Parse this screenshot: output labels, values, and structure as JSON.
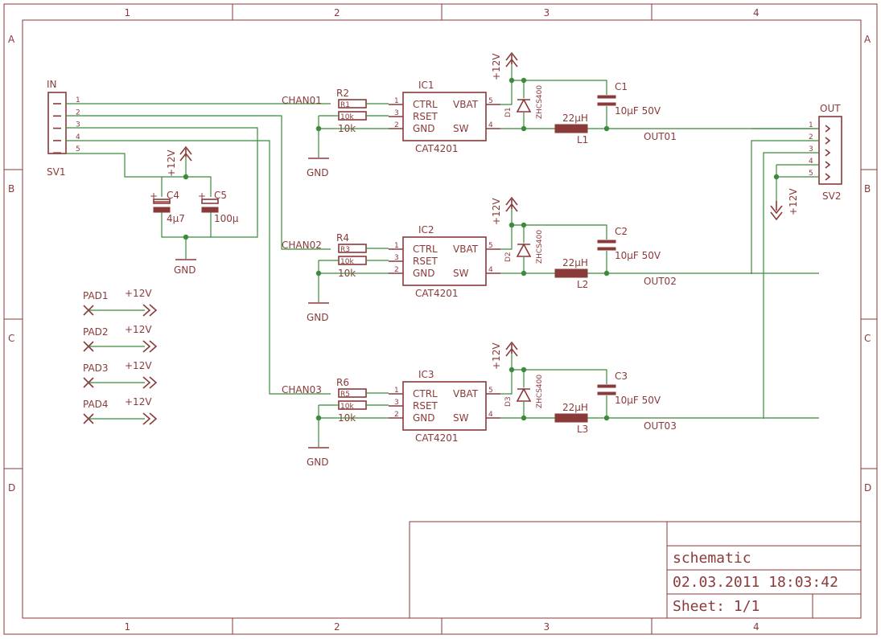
{
  "frame": {
    "columns": [
      "1",
      "2",
      "3",
      "4"
    ],
    "rows": [
      "A",
      "B",
      "C",
      "D"
    ]
  },
  "colors": {
    "part": "#8b3a3a",
    "wire": "#3a8b3a",
    "background": "#ffffff"
  },
  "connector_in": {
    "name": "SV1",
    "value": "IN",
    "pins": [
      "1",
      "2",
      "3",
      "4",
      "5"
    ]
  },
  "connector_out": {
    "name": "SV2",
    "value": "OUT",
    "pins": [
      "1",
      "2",
      "3",
      "4",
      "5"
    ]
  },
  "supply_caps": {
    "rail": "+12V",
    "ground": "GND",
    "c4": {
      "name": "C4",
      "value": "4µ7"
    },
    "c5": {
      "name": "C5",
      "value": "100µ"
    }
  },
  "out_rail": "+12V",
  "channels": [
    {
      "ic": "IC1",
      "ic_value": "CAT4201",
      "net_in": "CHAN01",
      "net_out": "OUT01",
      "r_top": {
        "name": "R2",
        "value": "R1"
      },
      "r_bot": {
        "name": "10k",
        "value": "10k"
      },
      "diode": {
        "name": "D1",
        "value": "ZHCS400"
      },
      "inductor": {
        "name": "L1",
        "value": "22µH"
      },
      "cap": {
        "name": "C1",
        "value": "10µF 50V"
      },
      "rail": "+12V",
      "ground": "GND"
    },
    {
      "ic": "IC2",
      "ic_value": "CAT4201",
      "net_in": "CHAN02",
      "net_out": "OUT02",
      "r_top": {
        "name": "R4",
        "value": "R3"
      },
      "r_bot": {
        "name": "10k",
        "value": "10k"
      },
      "diode": {
        "name": "D2",
        "value": "ZHCS400"
      },
      "inductor": {
        "name": "L2",
        "value": "22µH"
      },
      "cap": {
        "name": "C2",
        "value": "10µF 50V"
      },
      "rail": "+12V",
      "ground": "GND"
    },
    {
      "ic": "IC3",
      "ic_value": "CAT4201",
      "net_in": "CHAN03",
      "net_out": "OUT03",
      "r_top": {
        "name": "R6",
        "value": "R5"
      },
      "r_bot": {
        "name": "10k",
        "value": "10k"
      },
      "diode": {
        "name": "D3",
        "value": "ZHCS400"
      },
      "inductor": {
        "name": "L3",
        "value": "22µH"
      },
      "cap": {
        "name": "C3",
        "value": "10µF 50V"
      },
      "rail": "+12V",
      "ground": "GND"
    }
  ],
  "ic_pins": {
    "left": [
      "CTRL",
      "RSET",
      "GND"
    ],
    "left_numbers": [
      "1",
      "3",
      "2"
    ],
    "right": [
      "VBAT",
      "SW"
    ],
    "right_numbers": [
      "5",
      "4"
    ]
  },
  "pads": [
    {
      "name": "PAD1",
      "rail": "+12V"
    },
    {
      "name": "PAD2",
      "rail": "+12V"
    },
    {
      "name": "PAD3",
      "rail": "+12V"
    },
    {
      "name": "PAD4",
      "rail": "+12V"
    }
  ],
  "title_block": {
    "title": "schematic",
    "date": "02.03.2011  18:03:42",
    "sheet": "Sheet: 1/1"
  }
}
